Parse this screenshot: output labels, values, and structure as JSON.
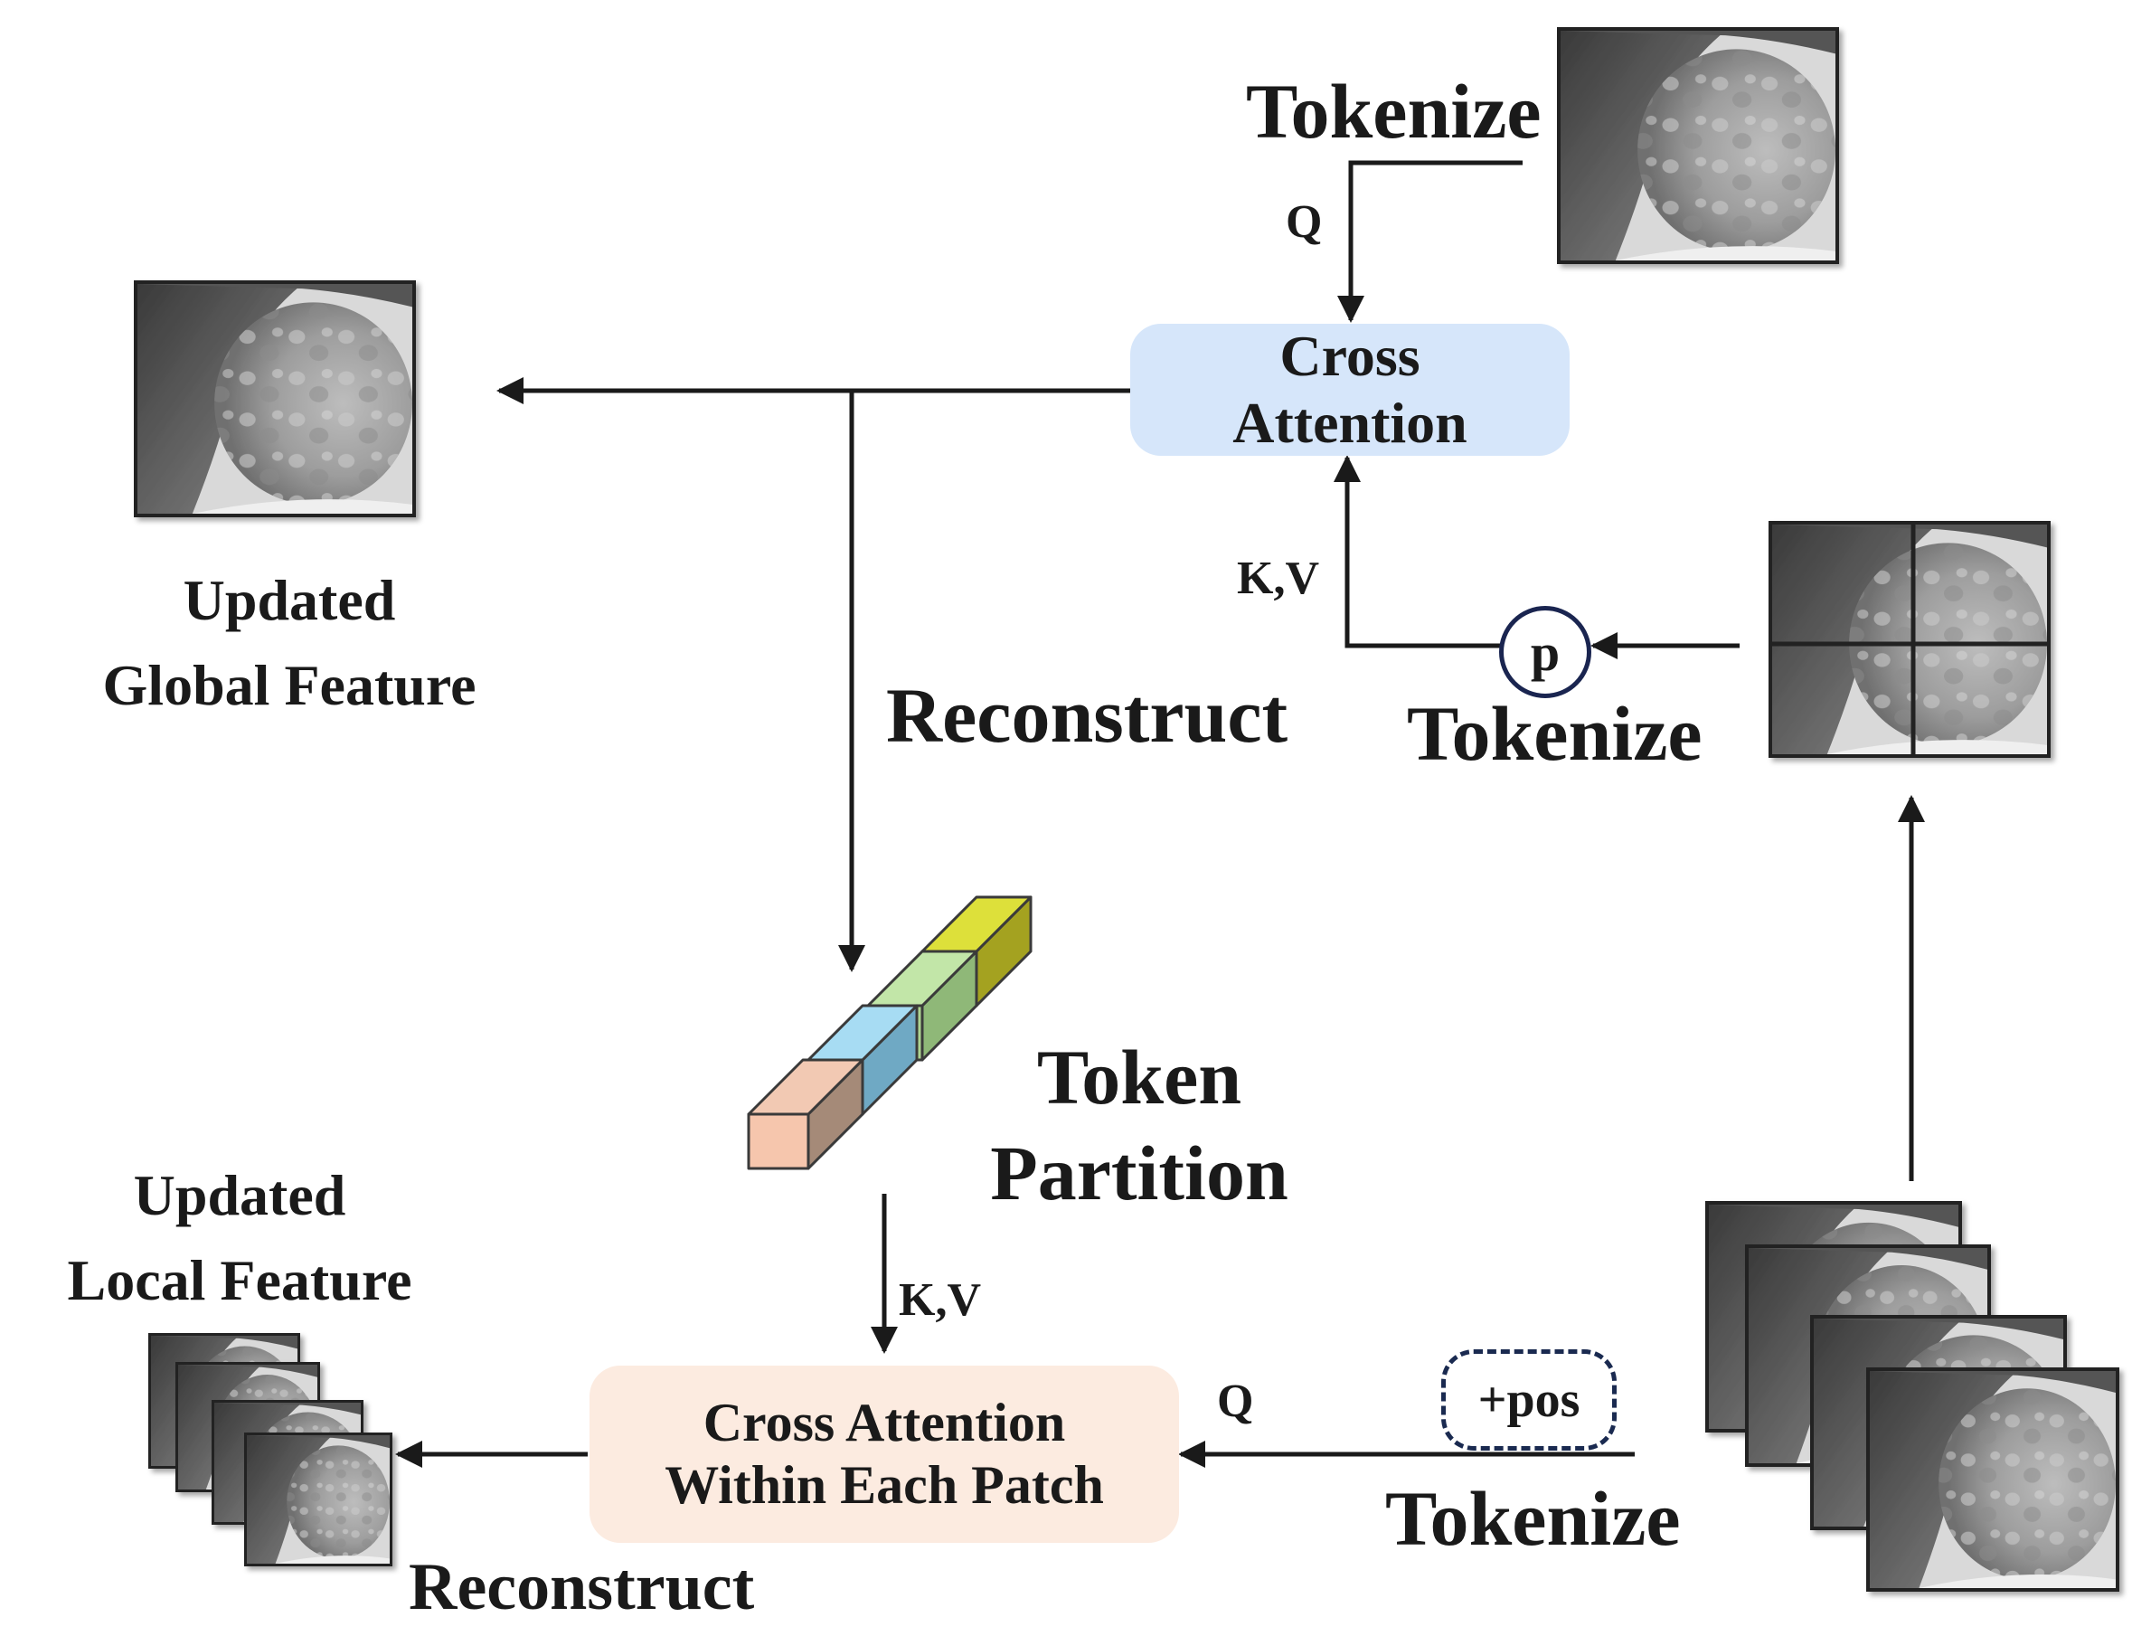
{
  "labels": {
    "tokenize_top": "Tokenize",
    "q_top": "Q",
    "cross_attention_line1": "Cross",
    "cross_attention_line2": "Attention",
    "kv_top": "K,V",
    "p_symbol": "p",
    "tokenize_mid": "Tokenize",
    "updated_global_line1": "Updated",
    "updated_global_line2": "Global Feature",
    "reconstruct_mid": "Reconstruct",
    "token_partition_line1": "Token",
    "token_partition_line2": "Partition",
    "kv_bottom": "K,V",
    "updated_local_line1": "Updated",
    "updated_local_line2": "Local Feature",
    "cross_patch_line1": "Cross Attention",
    "cross_patch_line2": "Within Each Patch",
    "q_bottom": "Q",
    "pos": "+pos",
    "tokenize_bottom": "Tokenize",
    "reconstruct_bottom": "Reconstruct"
  },
  "colors": {
    "cross_attention_box": "#d6e6fa",
    "cross_patch_box": "#fcebe0",
    "token_1": "#f6c6ad",
    "token_2": "#a7dcf3",
    "token_3": "#c2e6a8",
    "token_4": "#dde03a",
    "arrow": "#1a1a1a"
  },
  "tokens": [
    "token-1",
    "token-2",
    "token-3",
    "token-4"
  ]
}
